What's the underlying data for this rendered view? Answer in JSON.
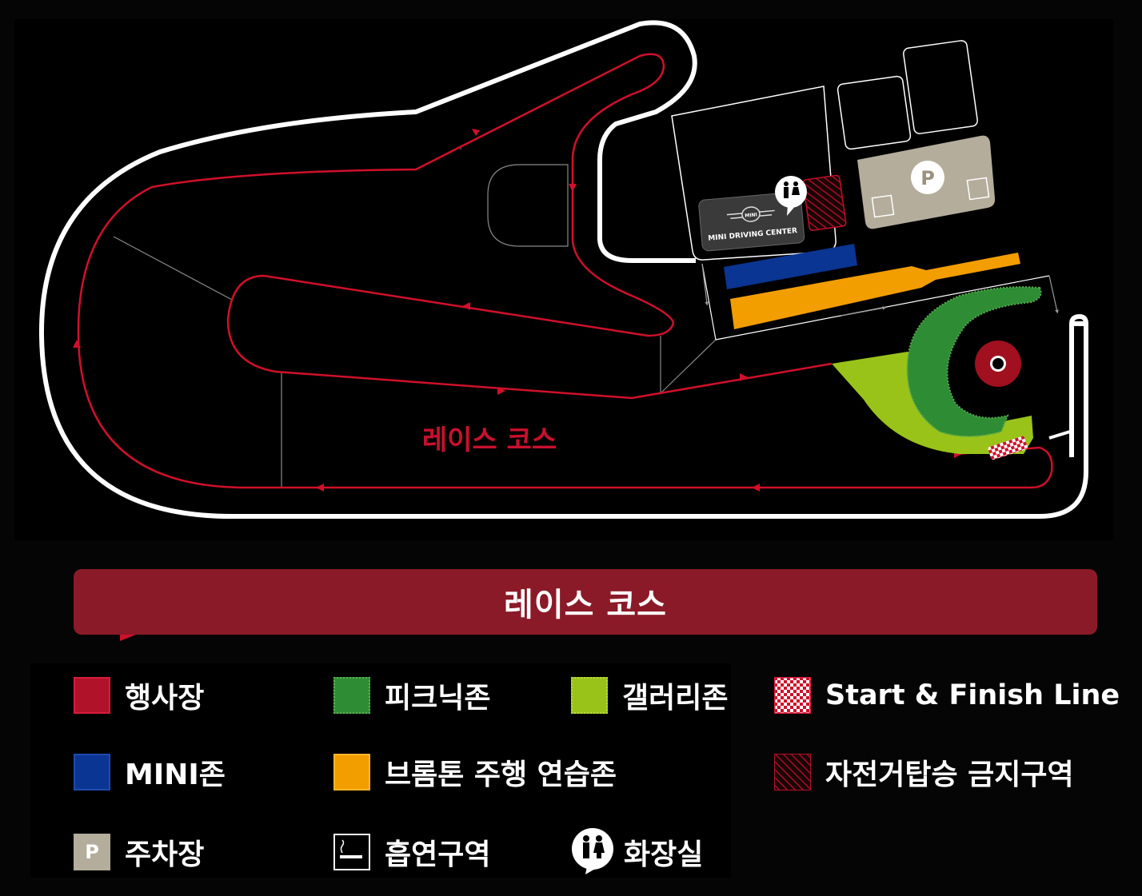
{
  "map": {
    "course_label": "레이스 코스",
    "center_logo": "MINI",
    "center_name": "MINI DRIVING CENTER",
    "parking_icon": "P"
  },
  "banner": {
    "label": "레이스 코스"
  },
  "legend": {
    "items": [
      {
        "key": "event",
        "label": "행사장",
        "swatch": "solid",
        "color": "#b0122a"
      },
      {
        "key": "picnic",
        "label": "피크닉존",
        "swatch": "wavy",
        "color": "#2e8c34"
      },
      {
        "key": "gallery",
        "label": "갤러리존",
        "swatch": "wavy",
        "color": "#9ac31a"
      },
      {
        "key": "start-finish",
        "label": "Start & Finish Line",
        "swatch": "checker",
        "color": "#d0122a"
      },
      {
        "key": "mini",
        "label": "MINI존",
        "swatch": "solid",
        "color": "#0a3592"
      },
      {
        "key": "brompton",
        "label": "브롬톤 주행 연습존",
        "swatch": "solid",
        "color": "#f29d00"
      },
      {
        "key": "no-ride",
        "label": "자전거탑승 금지구역",
        "swatch": "hatch",
        "color": "#b0122a"
      },
      {
        "key": "parking",
        "label": "주차장",
        "swatch": "parking",
        "color": "#b4ad9c",
        "glyph": "P"
      },
      {
        "key": "smoking",
        "label": "흡연구역",
        "swatch": "smoking",
        "color": "#ffffff"
      },
      {
        "key": "restroom",
        "label": "화장실",
        "swatch": "restroom",
        "color": "#ffffff"
      }
    ]
  },
  "colors": {
    "track_outline": "#ffffff",
    "race_line": "#d0102a",
    "banner": "#8b1a28",
    "mini_zone": "#0a3592",
    "brompton_zone": "#f29d00",
    "picnic_zone": "#2e8c34",
    "gallery_zone": "#9ac31a",
    "parking": "#b4ad9c",
    "donut": "#a0101e"
  }
}
